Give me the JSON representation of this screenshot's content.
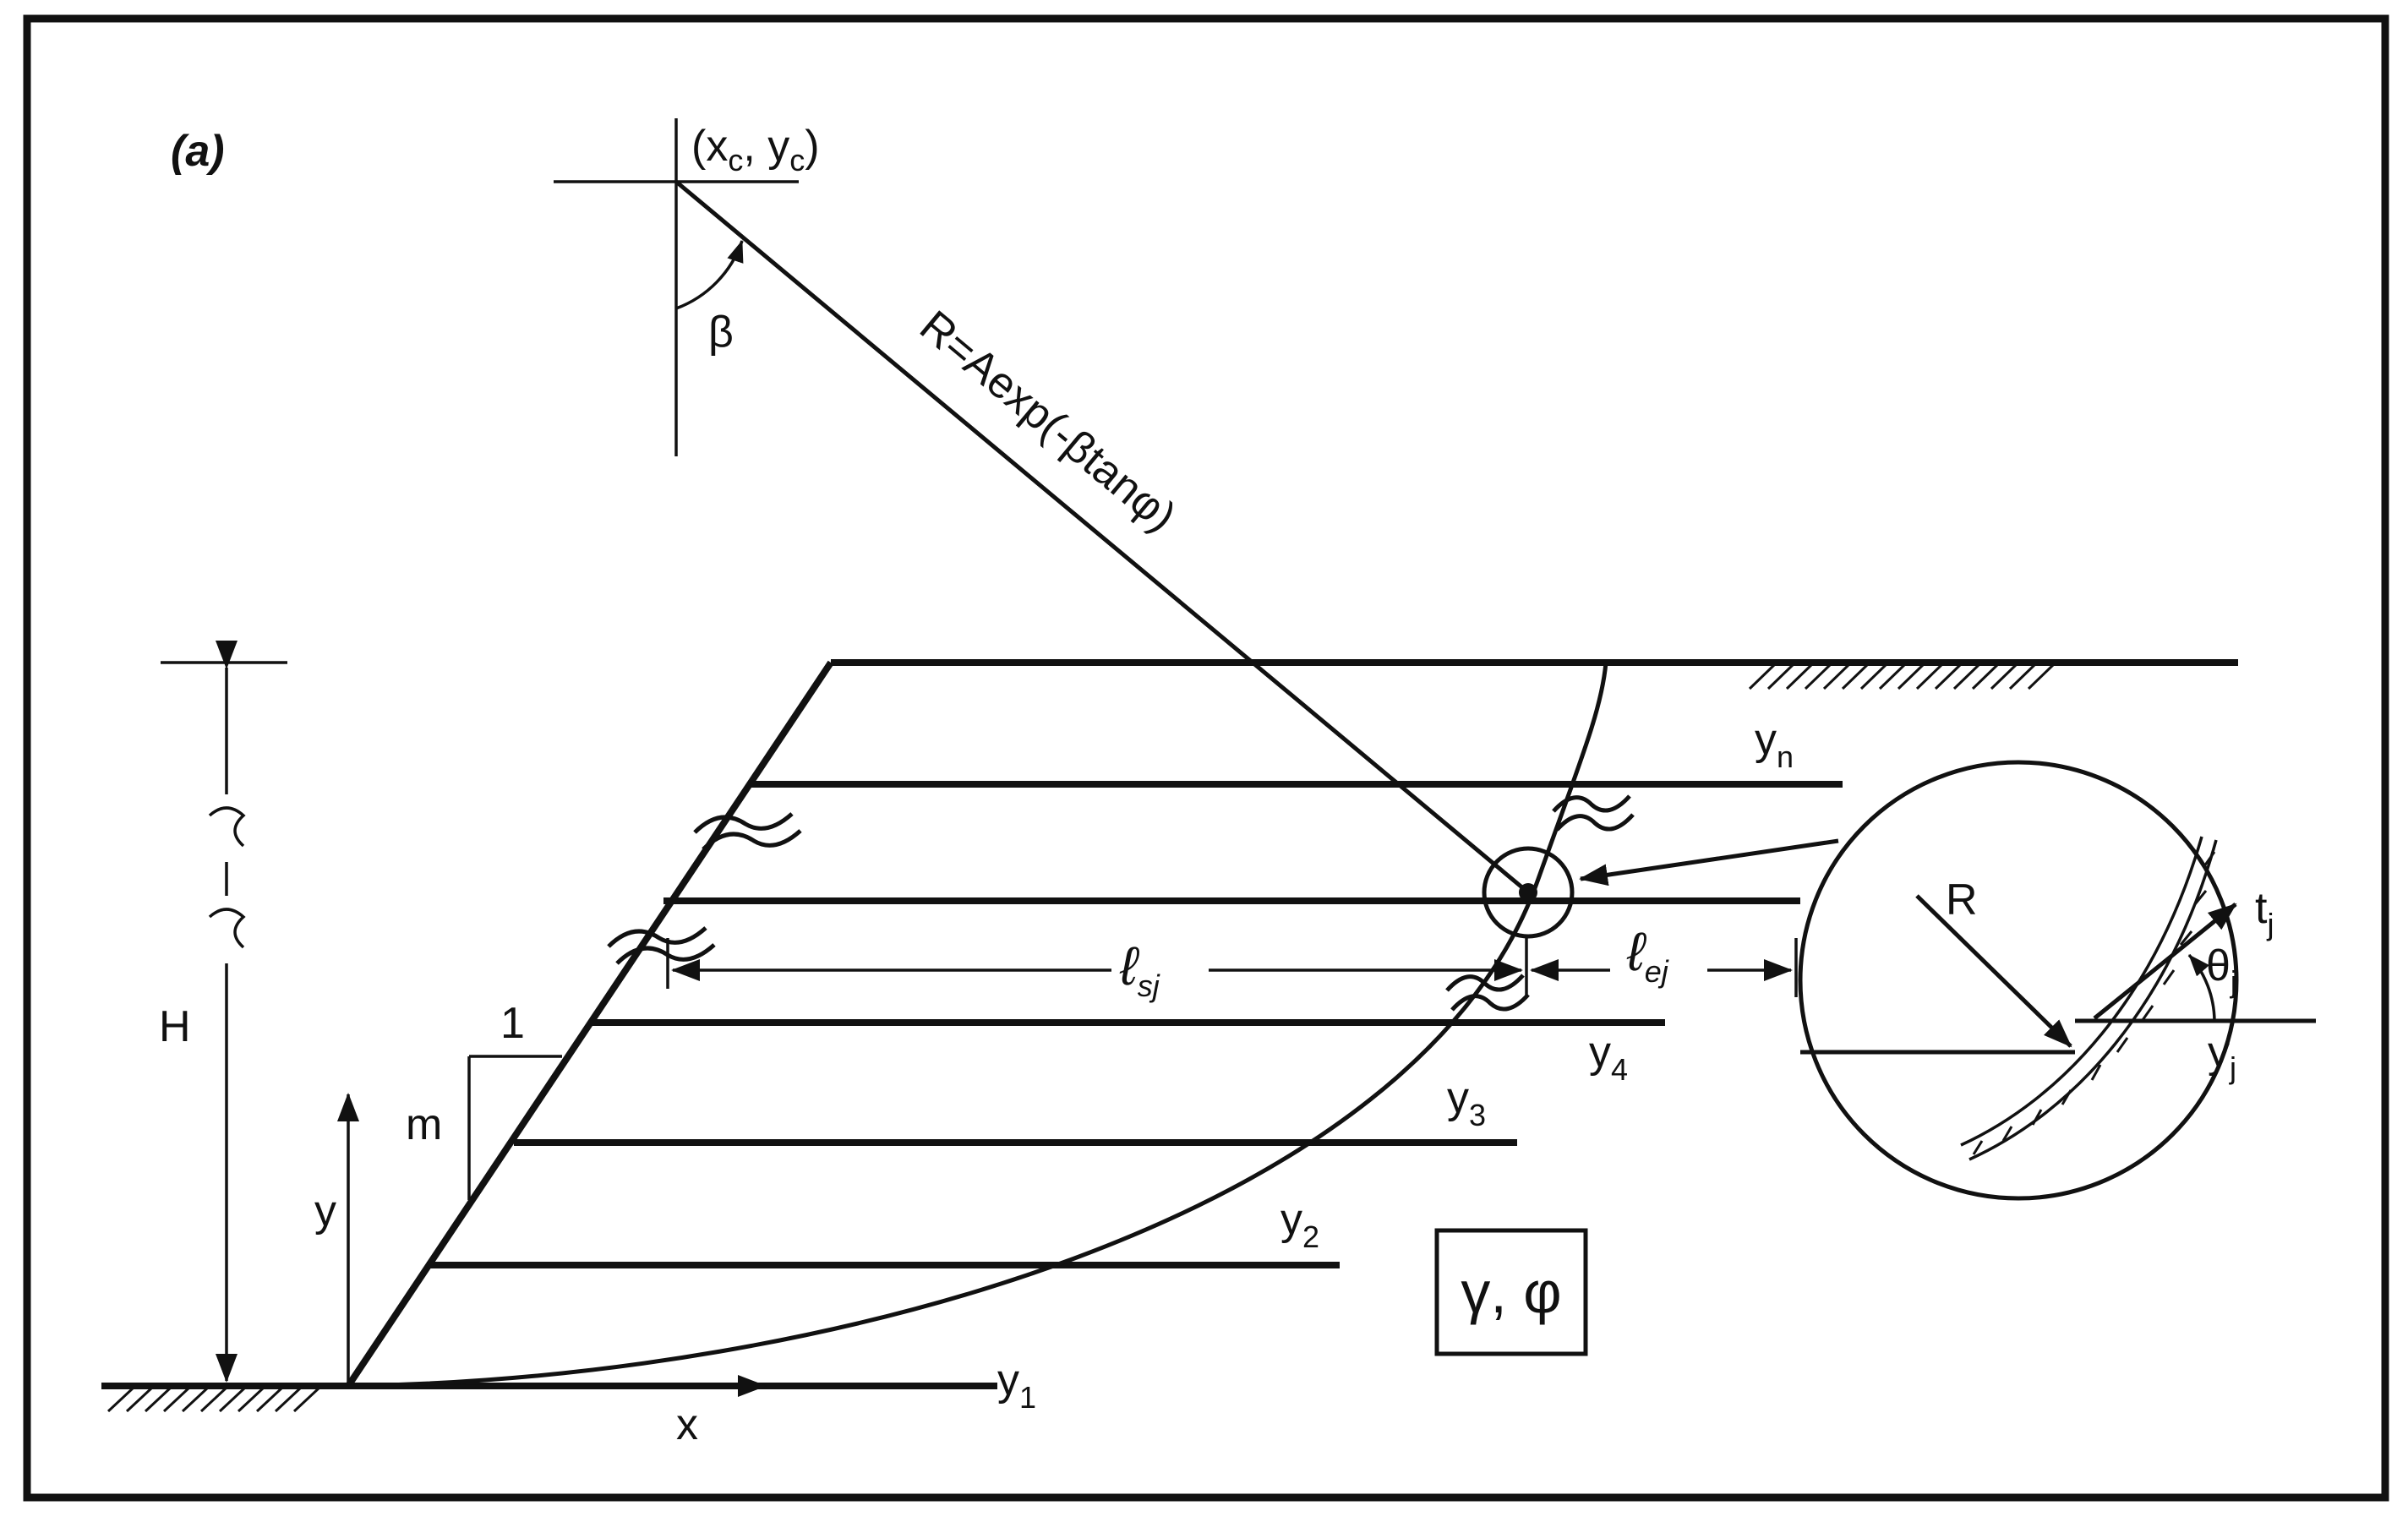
{
  "panel_label": "(a)",
  "center": {
    "x": "x",
    "x_sub": "c",
    "sep": ", ",
    "y": "y",
    "y_sub": "c",
    "open": "(",
    "close": ")"
  },
  "beta": "β",
  "radius_eq": "R=Aexp(-βtanφ)",
  "height": "H",
  "slope": {
    "run": "1",
    "rise": "m"
  },
  "axes": {
    "x": "x",
    "y": "y"
  },
  "layers": [
    {
      "base": "y",
      "sub": "1"
    },
    {
      "base": "y",
      "sub": "2"
    },
    {
      "base": "y",
      "sub": "3"
    },
    {
      "base": "y",
      "sub": "4"
    },
    {
      "base": "y",
      "sub": "n"
    }
  ],
  "lengths": {
    "l_s": {
      "base": "ℓ",
      "sub": "sj"
    },
    "l_e": {
      "base": "ℓ",
      "sub": "ej"
    }
  },
  "detail": {
    "R": "R",
    "t": {
      "base": "t",
      "sub": "j"
    },
    "theta": {
      "base": "θ",
      "sub": "j"
    },
    "y": {
      "base": "y",
      "sub": "j"
    }
  },
  "soil": "γ, φ"
}
